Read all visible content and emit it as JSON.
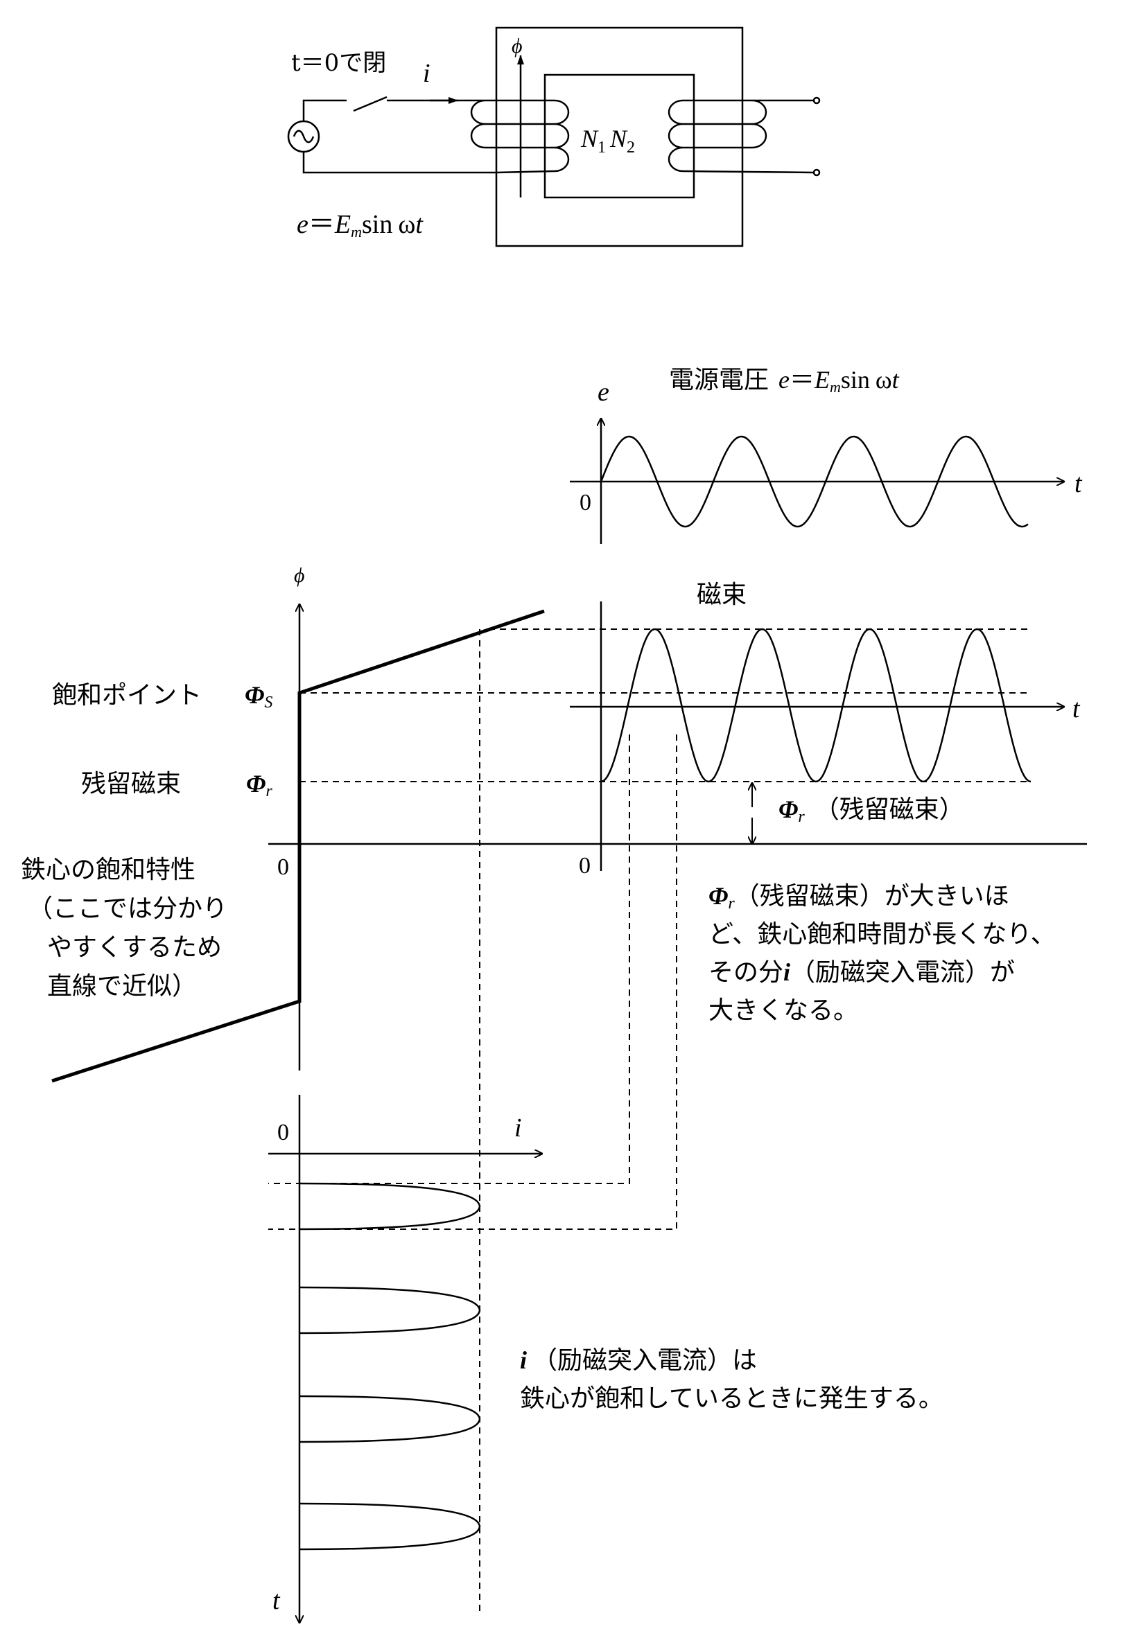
{
  "circuit": {
    "switch_label": "t＝0で閉",
    "current_label": "i",
    "flux_label": "ϕ",
    "winding_1": "N",
    "winding_1_sub": "1",
    "winding_2": "N",
    "winding_2_sub": "2",
    "source_e": "e",
    "source_eq": "＝",
    "source_E": "E",
    "source_m": "m",
    "source_sin": "sin",
    "source_omega": "ω",
    "source_t": "t"
  },
  "voltage_graph": {
    "title_jp": "電源電圧",
    "title_e": "e",
    "title_eq": "＝",
    "title_E": "E",
    "title_m": "m",
    "title_sin": "sin",
    "title_omega": "ω",
    "title_t": "t",
    "y_axis": "e",
    "x_axis": "t",
    "origin": "0"
  },
  "flux_graph": {
    "title": "磁束",
    "x_axis": "t",
    "origin": "0",
    "phi_r": "Φ",
    "phi_r_sub": "r",
    "phi_r_note": "（残留磁束）"
  },
  "saturation_curve": {
    "y_axis": "ϕ",
    "origin": "0",
    "saturation_label": "飽和ポイント",
    "phi_s": "Φ",
    "phi_s_sub": "S",
    "residual_label": "残留磁束",
    "phi_r": "Φ",
    "phi_r_sub": "r",
    "note_lines": [
      "鉄心の飽和特性",
      "（ここでは分かり",
      "やすくするため",
      "直線で近似）"
    ]
  },
  "explanation_1": {
    "line1_phi": "Φ",
    "line1_sub": "r",
    "line1_rest": "（残留磁束）が大きいほ",
    "line2": "ど、鉄心飽和時間が長くなり、",
    "line3_pre": "その分",
    "line3_i": "i",
    "line3_rest": "（励磁突入電流）が",
    "line4": "大きくなる。"
  },
  "current_graph": {
    "origin": "0",
    "x_axis": "i",
    "y_axis": "t"
  },
  "explanation_2": {
    "line1_i": "i",
    "line1_rest": "（励磁突入電流）は",
    "line2": "鉄心が飽和しているときに発生する。"
  }
}
